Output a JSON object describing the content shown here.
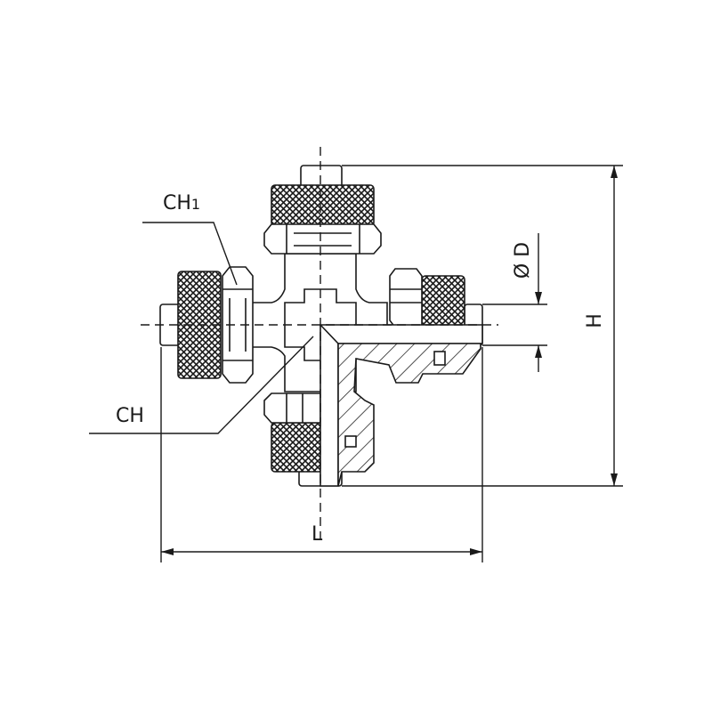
{
  "labels": {
    "ch1": "CH1",
    "ch1_main": "CH",
    "ch1_sub": "1",
    "ch": "CH",
    "length": "L",
    "height": "H",
    "diameter": "Ø D"
  },
  "colors": {
    "line": "#1a1a1a",
    "background": "#ffffff"
  }
}
